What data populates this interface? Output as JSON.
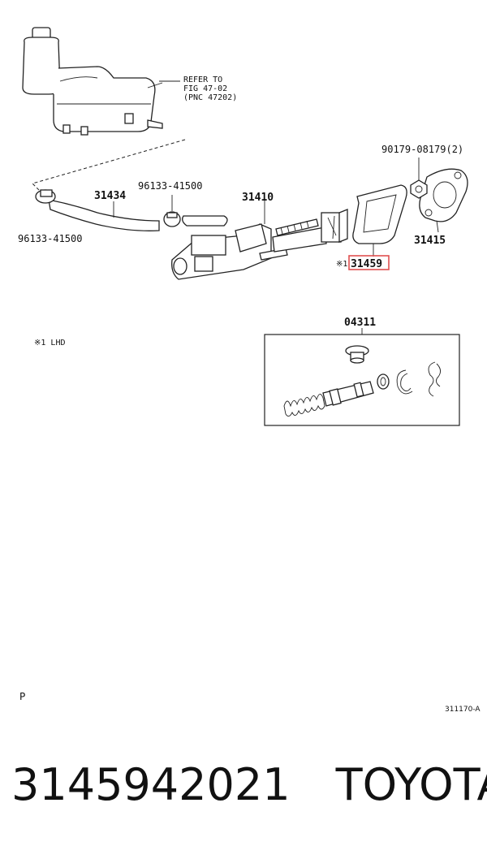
{
  "diagram": {
    "refer_note": {
      "line1": "REFER TO",
      "line2": "FIG 47-02",
      "line3": "(PNC 47202)"
    },
    "labels": {
      "p90179": "90179-08179(2)",
      "p96133_top": "96133-41500",
      "p31434": "31434",
      "p31410": "31410",
      "p96133_left": "96133-41500",
      "p31415": "31415",
      "p31459_mark": "※1",
      "p31459": "31459",
      "p04311": "04311",
      "lhd_note": "※1 LHD",
      "p_mark": "P",
      "fig_code": "311170-A"
    },
    "highlight_color": "#e05050"
  },
  "footer": {
    "part_number": "3145942021",
    "brand": "TOYOTA"
  }
}
